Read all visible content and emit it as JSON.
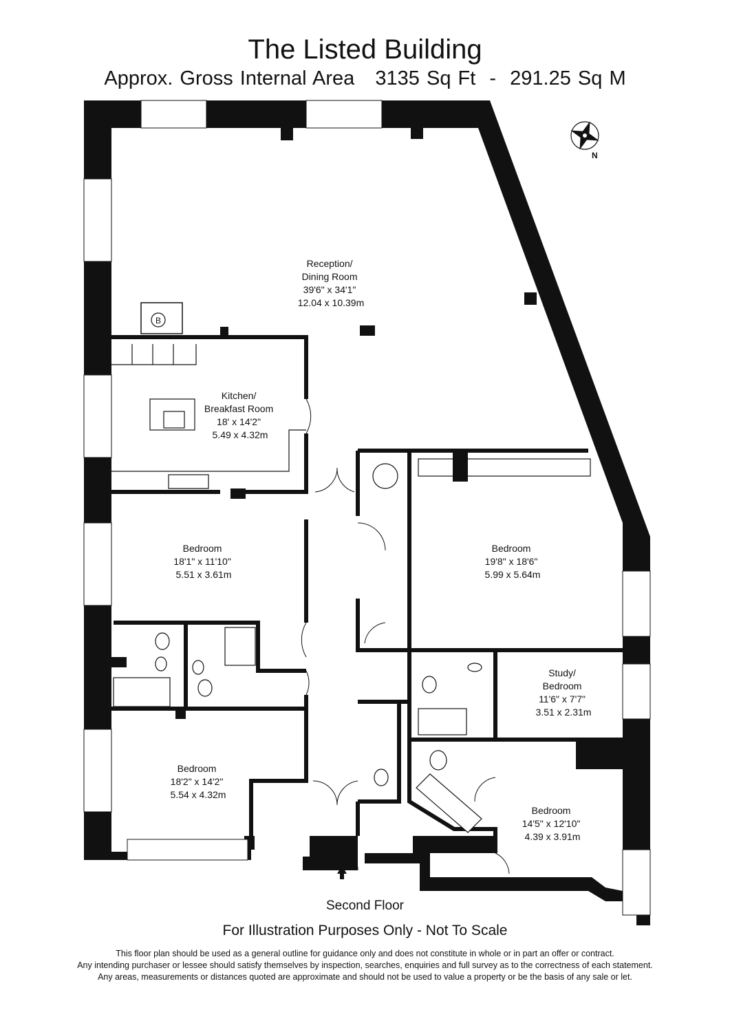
{
  "header": {
    "title": "The Listed Building",
    "area": "Approx. Gross Internal Area   3135 Sq Ft  -  291.25 Sq M"
  },
  "compass": {
    "label": "N"
  },
  "boiler": {
    "label": "B"
  },
  "rooms": [
    {
      "lines": [
        "Reception/",
        "Dining Room",
        "39'6\" x 34'1\"",
        "12.04 x 10.39m"
      ]
    },
    {
      "lines": [
        "Kitchen/",
        "Breakfast Room",
        "18' x 14'2\"",
        "5.49 x 4.32m"
      ]
    },
    {
      "lines": [
        "Bedroom",
        "18'1\" x 11'10\"",
        "5.51 x 3.61m"
      ]
    },
    {
      "lines": [
        "Bedroom",
        "19'8\" x 18'6\"",
        "5.99 x 5.64m"
      ]
    },
    {
      "lines": [
        "Study/",
        "Bedroom",
        "11'6\" x 7'7\"",
        "3.51 x 2.31m"
      ]
    },
    {
      "lines": [
        "Bedroom",
        "18'2\" x 14'2\"",
        "5.54 x 4.32m"
      ]
    },
    {
      "lines": [
        "Bedroom",
        "14'5\" x 12'10\"",
        "4.39 x 3.91m"
      ]
    }
  ],
  "footer": {
    "floor": "Second Floor",
    "illustration": "For Illustration Purposes Only - Not To Scale",
    "disclaimer": [
      "This floor plan should be used as a general outline for guidance only and does not constitute in whole or in part an offer or contract.",
      "Any intending purchaser or lessee should satisfy themselves by inspection, searches, enquiries and full survey as to the correctness of each statement.",
      "Any areas, measurements or distances quoted are approximate and should not be used to value a property or be the basis of any sale or let."
    ]
  }
}
